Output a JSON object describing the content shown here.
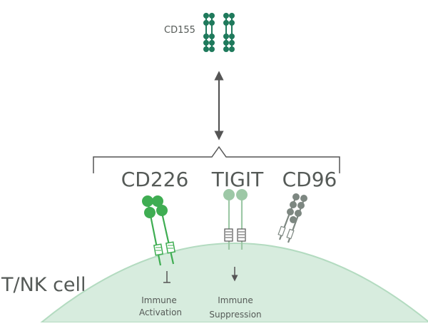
{
  "ligand": {
    "label": "CD155"
  },
  "receptors": [
    {
      "label": "CD226",
      "color": "#3fad52"
    },
    {
      "label": "TIGIT",
      "color": "#9dc8a6"
    },
    {
      "label": "CD96",
      "color": "#7d8781"
    }
  ],
  "cell": {
    "label": "T/NK cell",
    "fill": "#d7ecde",
    "stroke": "#b3dbc0"
  },
  "outcomes": [
    {
      "line1": "Immune",
      "line2": "Activation"
    },
    {
      "line1": "Immune",
      "line2": "Suppression"
    }
  ],
  "colors": {
    "ligand": "#1f7a5c",
    "text": "#555a57",
    "line": "#555555"
  }
}
